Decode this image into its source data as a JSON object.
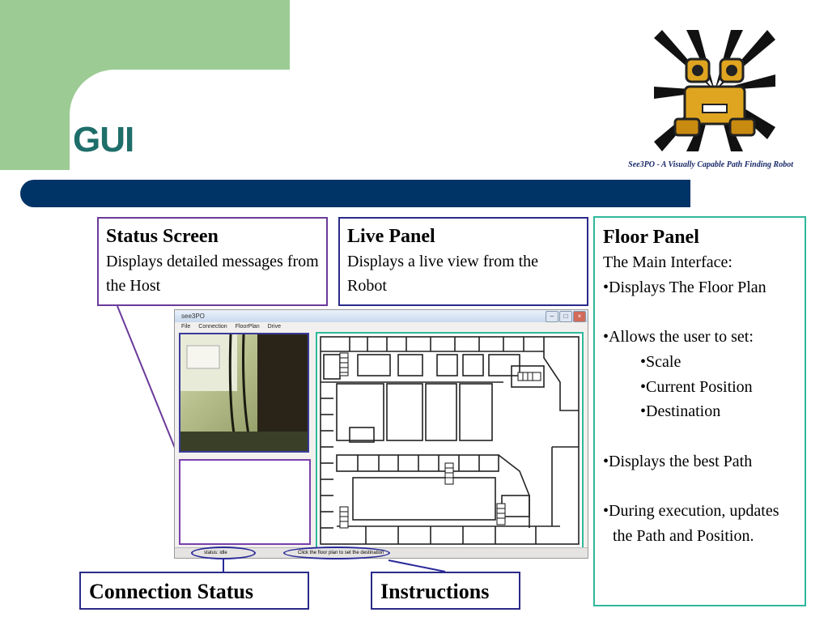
{
  "slide": {
    "title": "GUI",
    "tagline": "See3PO - A Visually Capable Path Finding Robot"
  },
  "callouts": {
    "status_screen": {
      "heading": "Status Screen",
      "body": "Displays detailed messages from the Host"
    },
    "live_panel": {
      "heading": "Live Panel",
      "body": "Displays a live view from the Robot"
    },
    "floor_panel": {
      "heading": "Floor Panel",
      "intro": "The Main Interface:",
      "bullet_1": "Displays The Floor Plan",
      "bullet_2": "Allows the user to set:",
      "sub_1": "Scale",
      "sub_2": "Current Position",
      "sub_3": "Destination",
      "bullet_3": "Displays the best Path",
      "bullet_4": "During execution, updates the Path and Position."
    },
    "connection_status": {
      "heading": "Connection Status"
    },
    "instructions": {
      "heading": "Instructions"
    }
  },
  "app": {
    "window_title": "see3PO",
    "menu": [
      "File",
      "Connection",
      "FloorPlan",
      "Drive"
    ],
    "status_left": "status: idle",
    "status_mid": "Click the floor plan to set the destination"
  },
  "colors": {
    "accent_green": "#9ccc94",
    "navy": "#003366",
    "title_teal": "#1e6e6a",
    "purple": "#6a3a9a",
    "teal": "#30b89a"
  }
}
